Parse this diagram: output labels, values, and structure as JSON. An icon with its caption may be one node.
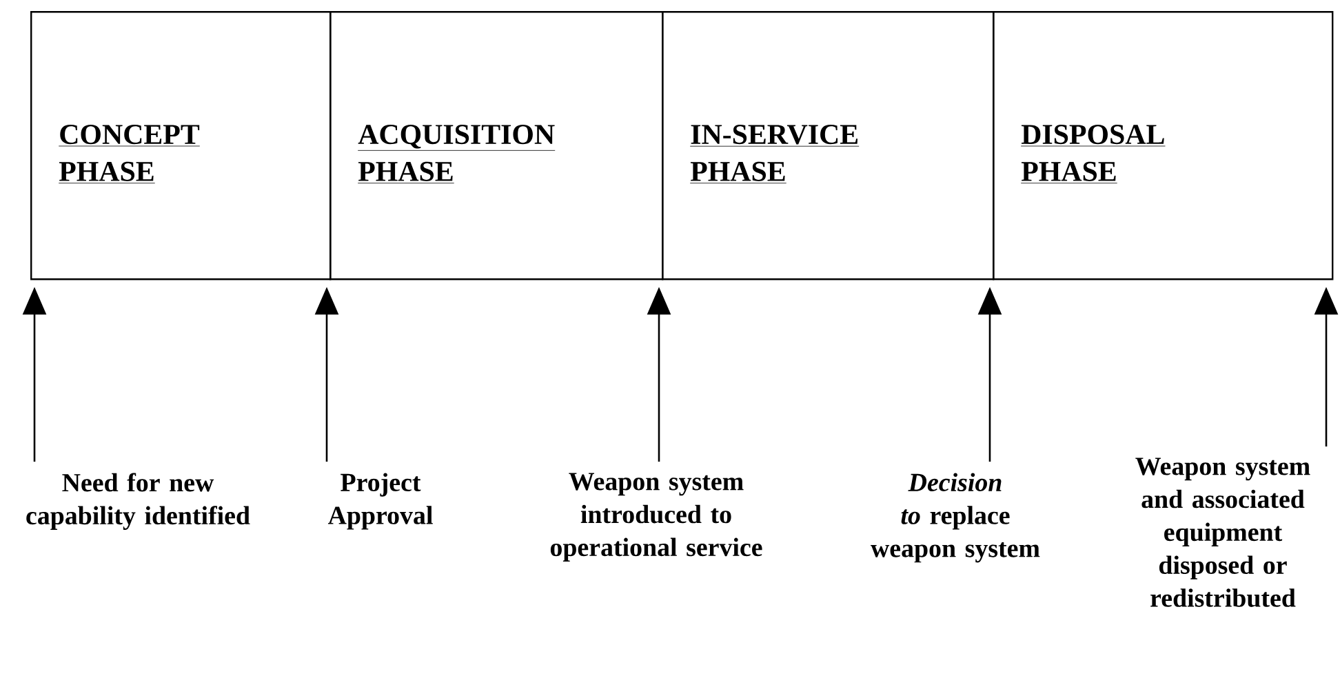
{
  "diagram": {
    "nodes": [
      {
        "text": [
          "CONCEPT PHASE"
        ]
      },
      {
        "text": [
          "ACQUISITION PHASE"
        ]
      },
      {
        "text": [
          "IN-SERVICE PHASE"
        ]
      },
      {
        "text": [
          "DISPOSAL PHASE"
        ]
      },
      {
        "text": [
          "Need for new capability identified"
        ]
      },
      {
        "text": [
          "Project Approval"
        ]
      },
      {
        "text": [
          "Weapon system introduced to operational service"
        ]
      },
      {
        "text": [
          "*Decision to* replace weapon system"
        ]
      },
      {
        "text": [
          "Weapon system and associated equipment disposed or redistributed"
        ]
      }
    ],
    "edges": [
      {
        "from": 4,
        "to": 0,
        "arrow": "to"
      },
      {
        "from": 5,
        "to": 1,
        "arrow": "to"
      },
      {
        "from": 6,
        "to": 2,
        "arrow": "to"
      },
      {
        "from": 7,
        "to": 3,
        "arrow": "to"
      },
      {
        "from": 8,
        "to": 3,
        "arrow": "to"
      }
    ]
  }
}
